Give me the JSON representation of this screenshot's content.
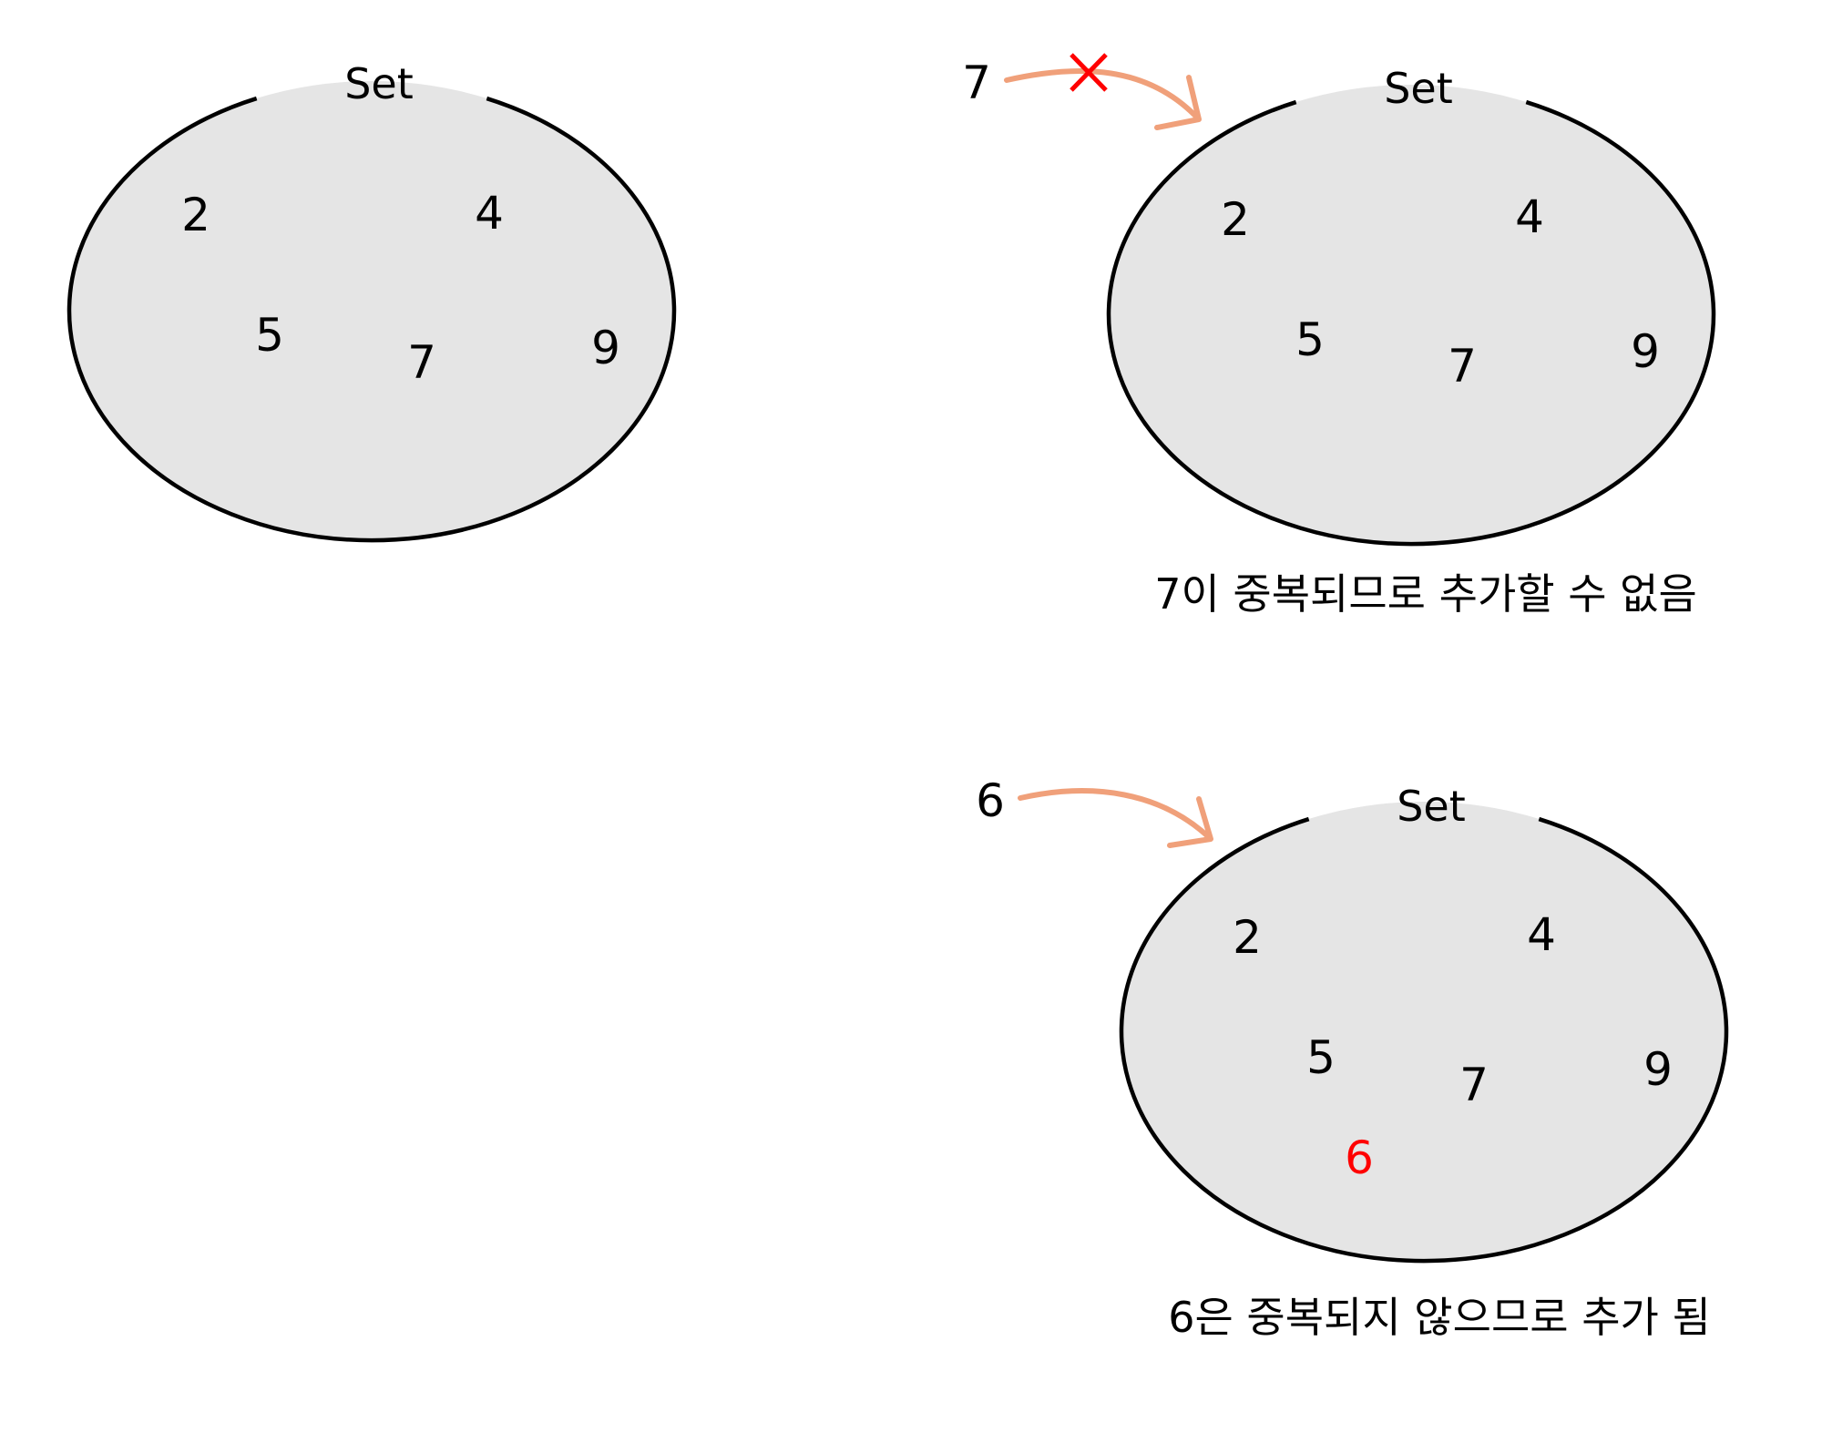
{
  "sets": [
    {
      "label": "Set",
      "elements": [
        "2",
        "4",
        "5",
        "7",
        "9"
      ]
    },
    {
      "label": "Set",
      "elements": [
        "2",
        "4",
        "5",
        "7",
        "9"
      ],
      "incoming": "7",
      "caption": "7이 중복되므로 추가할 수 없음",
      "arrow_color": "#f0a07a",
      "reject_mark_color": "#ff0000"
    },
    {
      "label": "Set",
      "elements": [
        "2",
        "4",
        "5",
        "7",
        "9"
      ],
      "added": "6",
      "added_color": "#ff0000",
      "incoming": "6",
      "caption": "6은 중복되지 않으므로 추가 됨",
      "arrow_color": "#f0a07a"
    }
  ]
}
